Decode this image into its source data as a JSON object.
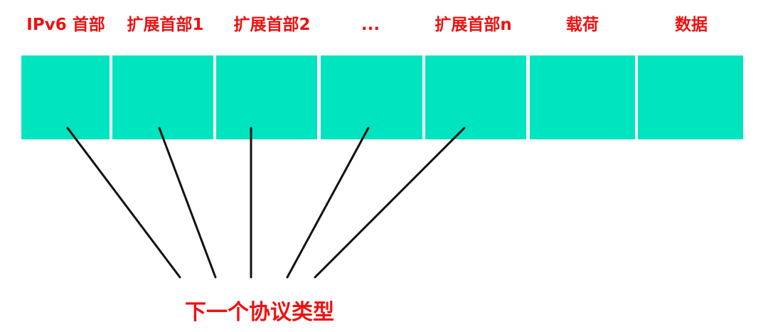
{
  "colors": {
    "field_fill": "#00E5C0",
    "label_text": "#EE1111",
    "connector": "#111111"
  },
  "packet": {
    "fields": [
      {
        "label": "IPv6 首部"
      },
      {
        "label": "扩展首部1"
      },
      {
        "label": "扩展首部2"
      },
      {
        "label": "..."
      },
      {
        "label": "扩展首部n"
      },
      {
        "label": "载荷"
      },
      {
        "label": "数据"
      }
    ]
  },
  "connector_count": 5,
  "annotation": {
    "next_protocol": "下一个协议类型"
  }
}
